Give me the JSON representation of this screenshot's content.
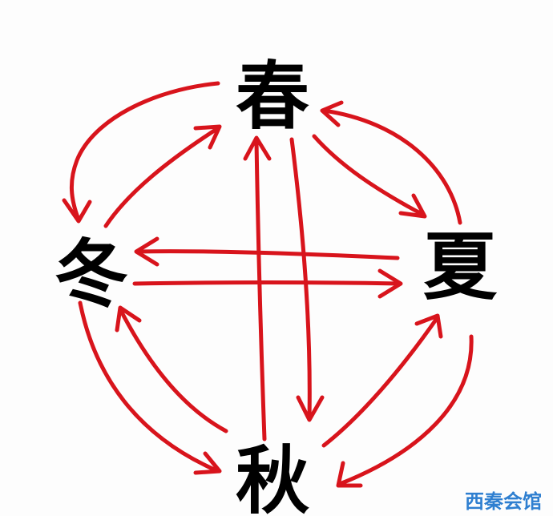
{
  "seasons": {
    "spring": "春",
    "summer": "夏",
    "autumn": "秋",
    "winter": "冬"
  },
  "watermark": "西秦会馆",
  "colors": {
    "arrow": "#d8141c",
    "text": "#000000",
    "watermark": "#2f7fd0"
  }
}
